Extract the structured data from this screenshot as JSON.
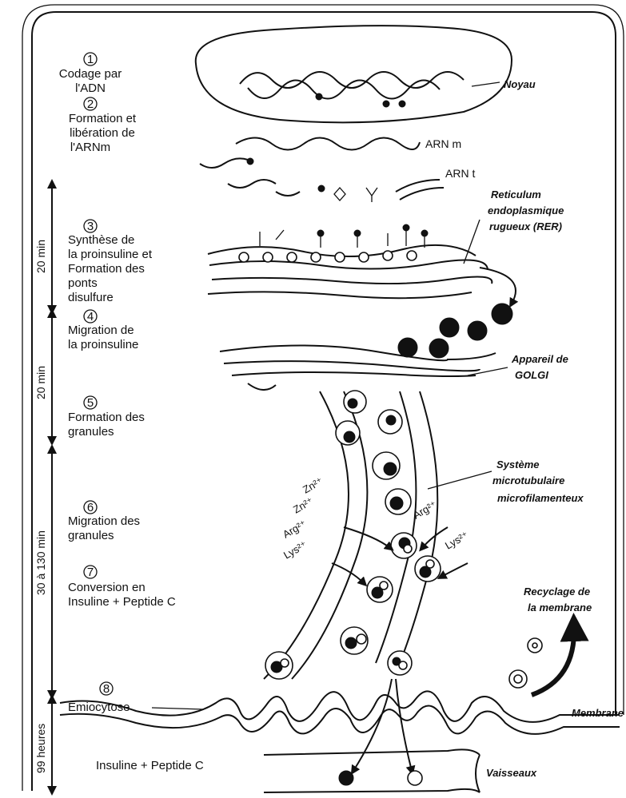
{
  "steps": [
    {
      "num": "1",
      "line1": "Codage par",
      "line2": "l'ADN"
    },
    {
      "num": "2",
      "line1": "Formation et",
      "line2": "libération de",
      "line3": "l'ARNm"
    },
    {
      "num": "3",
      "line1": "Synthèse de",
      "line2": "la proinsuline et",
      "line3": "Formation des",
      "line4": "ponts",
      "line5": "disulfure"
    },
    {
      "num": "4",
      "line1": "Migration de",
      "line2": "la proinsuline"
    },
    {
      "num": "5",
      "line1": "Formation des",
      "line2": "granules"
    },
    {
      "num": "6",
      "line1": "Migration des",
      "line2": "granules"
    },
    {
      "num": "7",
      "line1": "Conversion en",
      "line2": "Insuline + Peptide C"
    },
    {
      "num": "8",
      "line1": "Emiocytose"
    }
  ],
  "product_label": "Insuline + Peptide C",
  "annotations": {
    "noyau": "Noyau",
    "arnm": "ARN m",
    "arnt": "ARN t",
    "rer1": "Reticulum",
    "rer2": "endoplasmique",
    "rer3": "rugueux  (RER)",
    "golgi1": "Appareil de",
    "golgi2": "GOLGI",
    "micro1": "Système",
    "micro2": "microtubulaire",
    "micro3": "microfilamenteux",
    "recyc1": "Recyclage de",
    "recyc2": "la membrane",
    "membrane": "Membrane",
    "vaisseaux": "Vaisseaux"
  },
  "ions": {
    "zn1": "Zn²⁺",
    "zn2": "Zn²⁺",
    "arg_left": "Arg²⁺",
    "lys_left": "Lys²⁺",
    "arg_right": "Arg²⁺",
    "lys_right": "Lys²⁺"
  },
  "timeline": [
    {
      "label": "20 min"
    },
    {
      "label": "20 min"
    },
    {
      "label": "30 à 130 min"
    },
    {
      "label": "99 heures"
    }
  ]
}
